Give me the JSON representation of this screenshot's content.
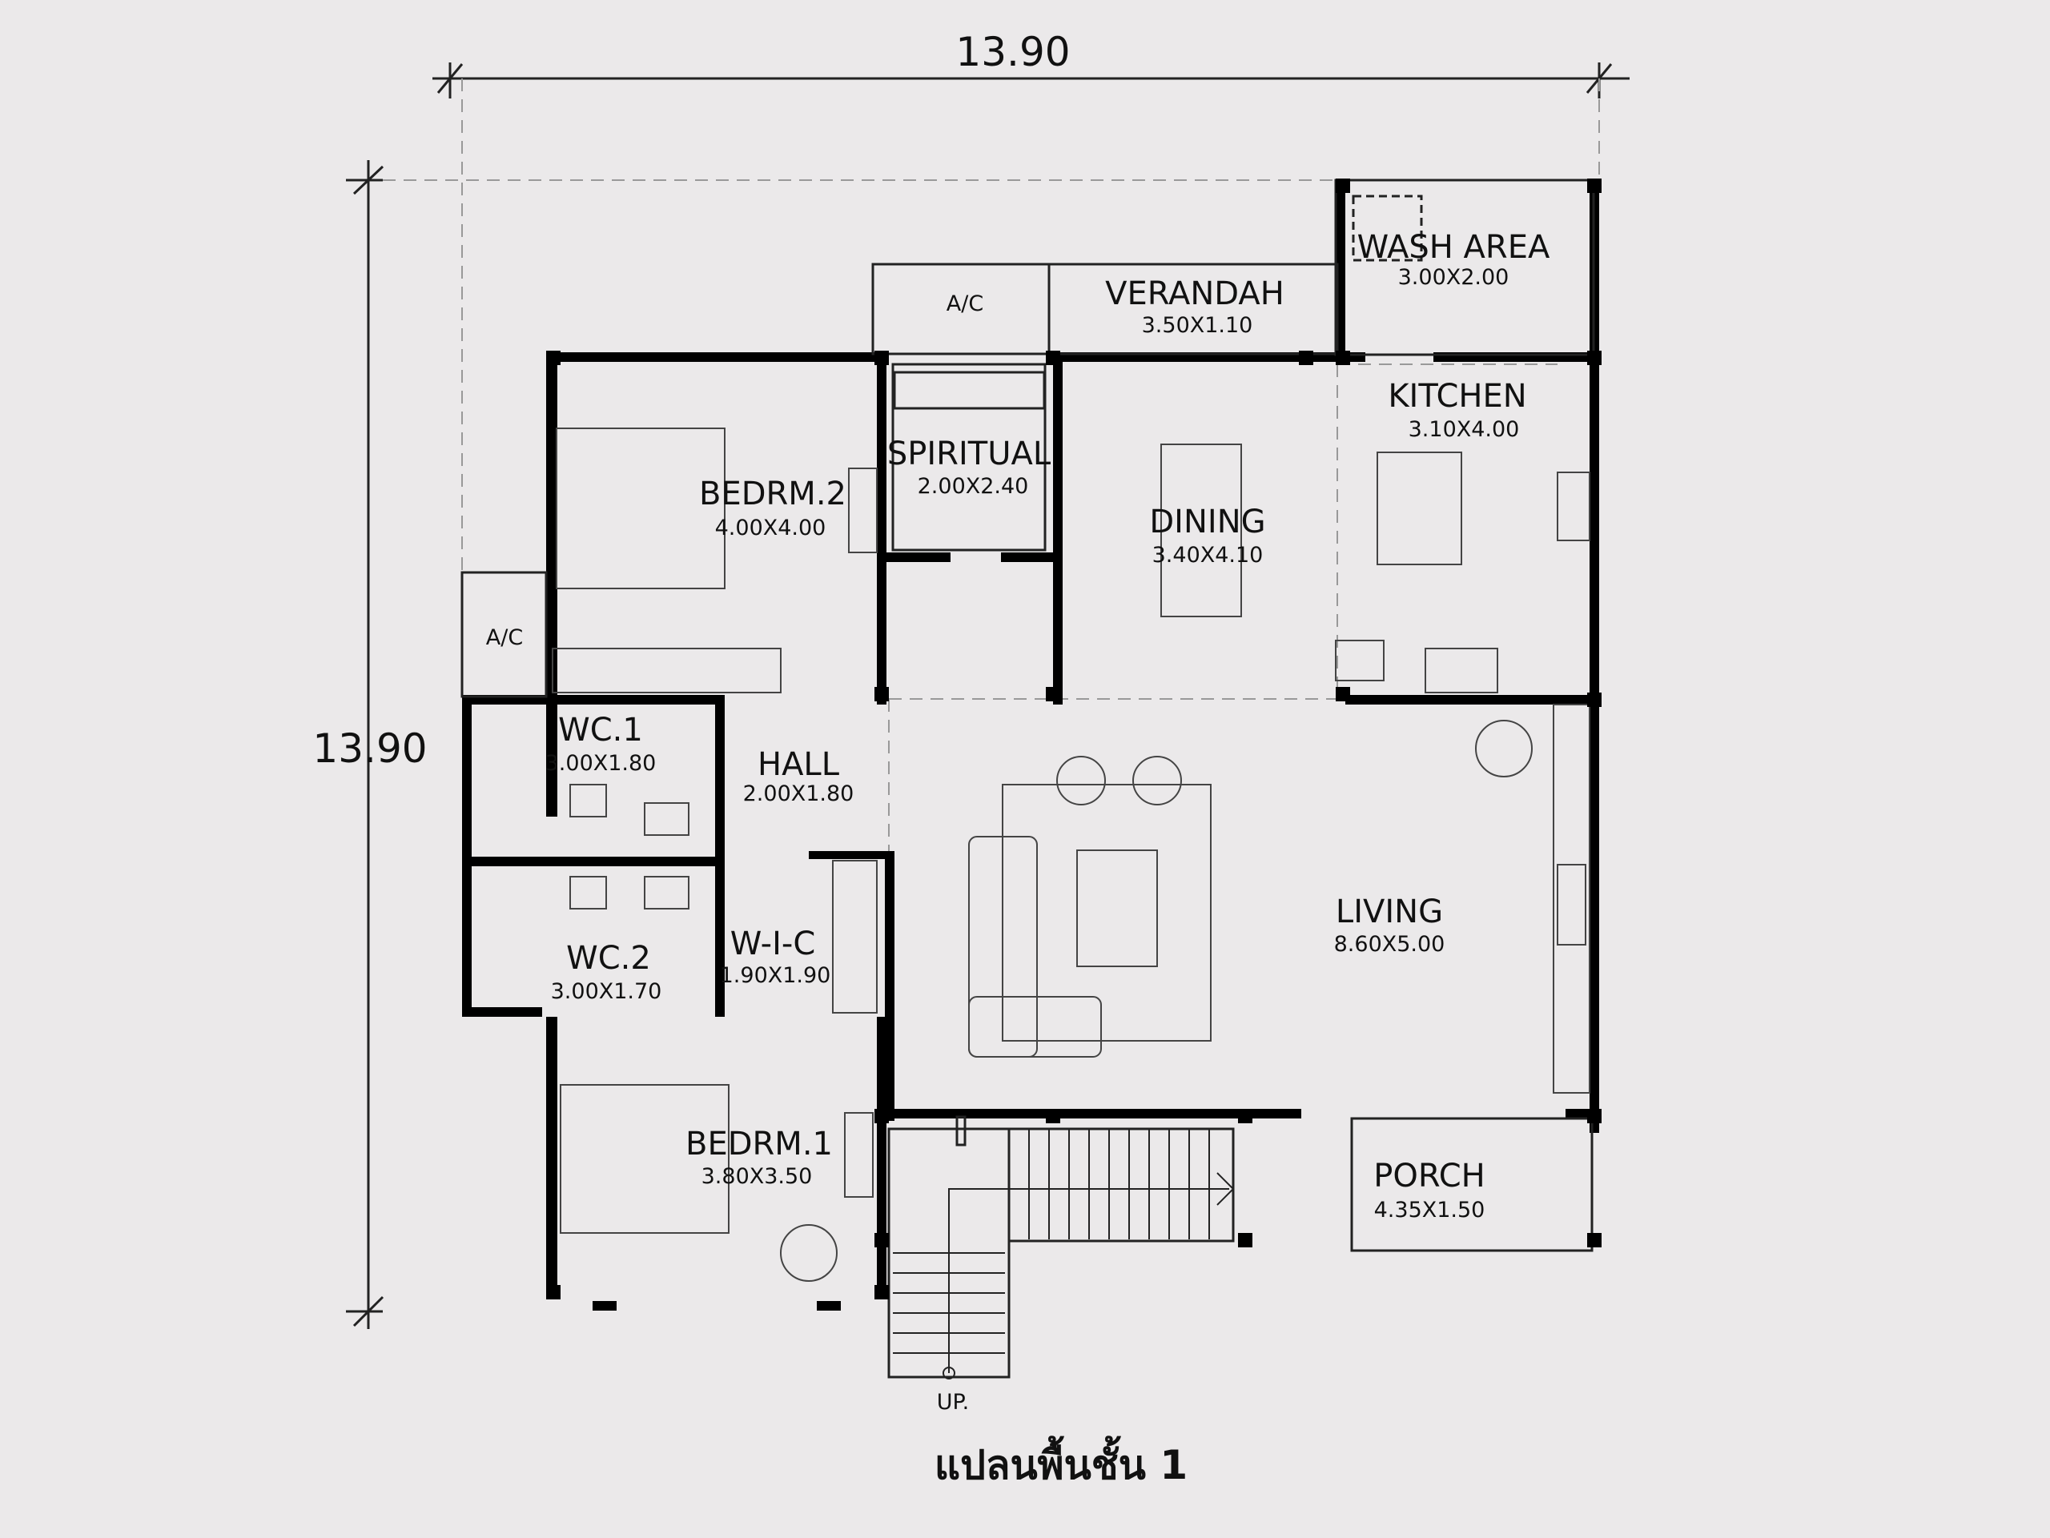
{
  "dimensions": {
    "width": "13.90",
    "height": "13.90"
  },
  "rooms": {
    "wash_area": {
      "name": "WASH AREA",
      "size": "3.00X2.00"
    },
    "verandah": {
      "name": "VERANDAH",
      "size": "3.50X1.10"
    },
    "ac_top": {
      "name": "A/C"
    },
    "ac_left": {
      "name": "A/C"
    },
    "kitchen": {
      "name": "KITCHEN",
      "size": "3.10X4.00"
    },
    "spiritual": {
      "name": "SPIRITUAL",
      "size": "2.00X2.40"
    },
    "bedroom2": {
      "name": "BEDRM.2",
      "size": "4.00X4.00"
    },
    "dining": {
      "name": "DINING",
      "size": "3.40X4.10"
    },
    "wc1": {
      "name": "WC.1",
      "size": "3.00X1.80"
    },
    "hall": {
      "name": "HALL",
      "size": "2.00X1.80"
    },
    "living": {
      "name": "LIVING",
      "size": "8.60X5.00"
    },
    "wc2": {
      "name": "WC.2",
      "size": "3.00X1.70"
    },
    "wic": {
      "name": "W-I-C",
      "size": "1.90X1.90"
    },
    "bedroom1": {
      "name": "BEDRM.1",
      "size": "3.80X3.50"
    },
    "porch": {
      "name": "PORCH",
      "size": "4.35X1.50"
    }
  },
  "stair_label": "UP.",
  "title": "แปลนพื้นชั้น 1",
  "colors": {
    "background": "#ebe9ea",
    "wall": "#000000",
    "line": "#222222",
    "guide": "#999999"
  }
}
